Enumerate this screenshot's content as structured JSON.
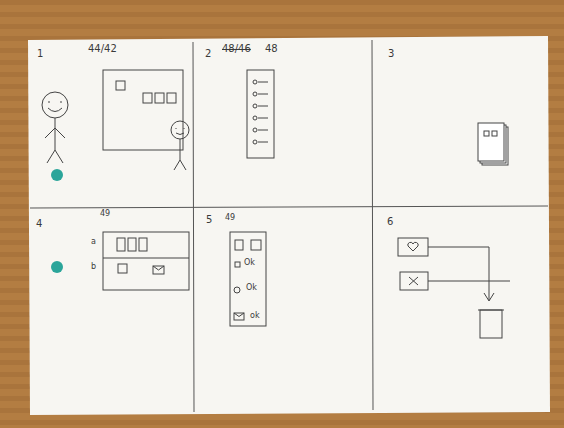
{
  "diagram": {
    "nodes": [
      {
        "text": [
          "1",
          "44/42"
        ]
      },
      {
        "text": [
          "2",
          "48/46",
          "48"
        ]
      },
      {
        "text": [
          "3"
        ]
      },
      {
        "text": [
          "4",
          "49"
        ]
      },
      {
        "text": [
          "5",
          "49"
        ]
      },
      {
        "text": [
          "6"
        ]
      }
    ],
    "labels": [
      "a",
      "b",
      "Ok",
      "Ok",
      "ok"
    ]
  }
}
